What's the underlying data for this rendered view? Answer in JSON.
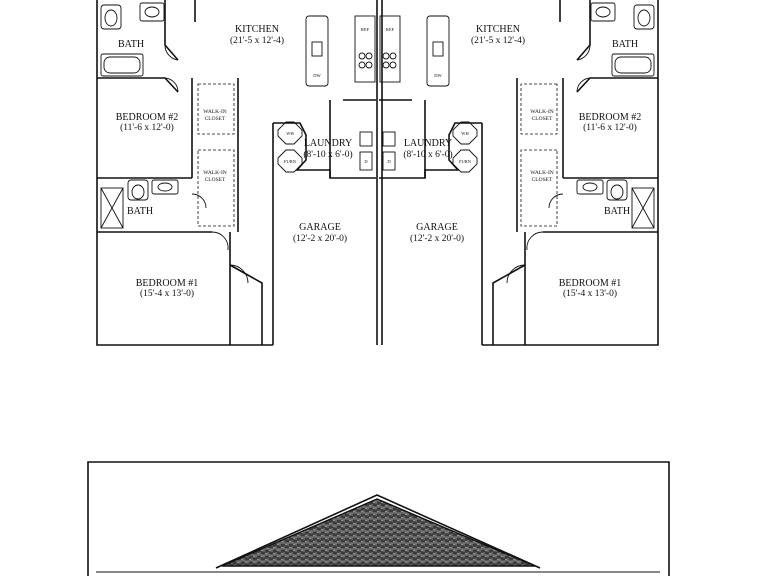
{
  "plan": {
    "units": [
      {
        "side": "left",
        "kitchen": {
          "name": "KITCHEN",
          "dims": "(21'-5 x 12'-4)"
        },
        "bath_top": {
          "name": "BATH"
        },
        "bedroom2": {
          "name": "BEDROOM #2",
          "dims": "(11'-6 x 12'-0)"
        },
        "closet_a": {
          "line1": "WALK-IN",
          "line2": "CLOSET"
        },
        "closet_b": {
          "line1": "WALK-IN",
          "line2": "CLOSET"
        },
        "bath_bottom": {
          "name": "BATH"
        },
        "bedroom1": {
          "name": "BEDROOM #1",
          "dims": "(15'-4 x 13'-0)"
        },
        "laundry": {
          "name": "LAUNDRY",
          "dims": "(8'-10 x 6'-0)"
        },
        "garage": {
          "name": "GARAGE",
          "dims": "(12'-2 x 20'-0)"
        },
        "appliances": {
          "wh": "WH",
          "furn": "FURN",
          "dryer": "D",
          "ref": "REF",
          "dw": "DW"
        }
      },
      {
        "side": "right",
        "kitchen": {
          "name": "KITCHEN",
          "dims": "(21'-5 x 12'-4)"
        },
        "bath_top": {
          "name": "BATH"
        },
        "bedroom2": {
          "name": "BEDROOM #2",
          "dims": "(11'-6 x 12'-0)"
        },
        "closet_a": {
          "line1": "WALK-IN",
          "line2": "CLOSET"
        },
        "closet_b": {
          "line1": "WALK-IN",
          "line2": "CLOSET"
        },
        "bath_bottom": {
          "name": "BATH"
        },
        "bedroom1": {
          "name": "BEDROOM #1",
          "dims": "(15'-4 x 13'-0)"
        },
        "laundry": {
          "name": "LAUNDRY",
          "dims": "(8'-10 x 6'-0)"
        },
        "garage": {
          "name": "GARAGE",
          "dims": "(12'-2 x 20'-0)"
        },
        "appliances": {
          "wh": "WH",
          "furn": "FURN",
          "dryer": "D",
          "ref": "REF",
          "dw": "DW"
        }
      }
    ]
  },
  "elevation": {
    "roof_texture": "shingle",
    "colors": {
      "line": "#111111",
      "background": "#ffffff"
    }
  }
}
